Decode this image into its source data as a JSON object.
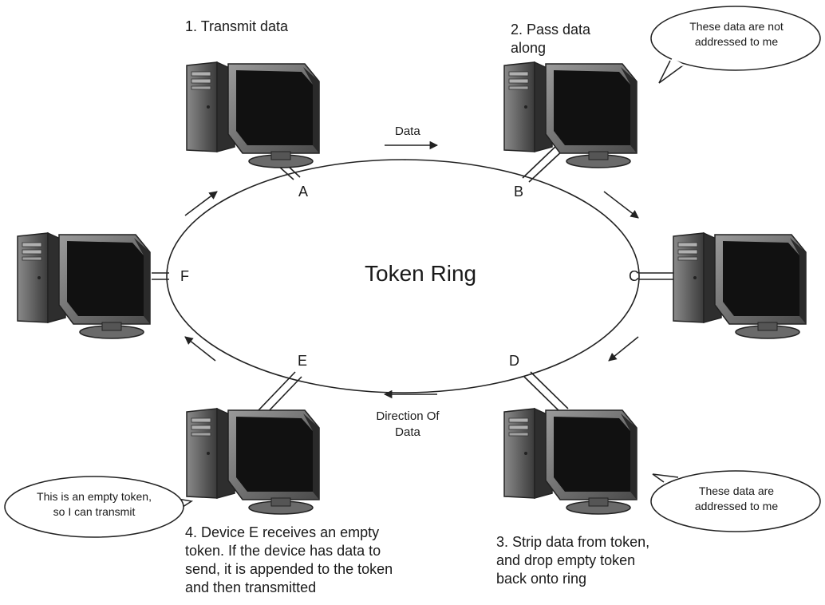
{
  "title": "Token Ring",
  "nodes": [
    "A",
    "B",
    "C",
    "D",
    "E",
    "F"
  ],
  "top_arrow_label": "Data",
  "bottom_arrow_label": [
    "Direction Of",
    "Data"
  ],
  "steps": {
    "s1": [
      "1. Transmit data"
    ],
    "s2": [
      "2. Pass data",
      "along"
    ],
    "s3": [
      "3. Strip data from token,",
      "and drop empty token",
      "back onto ring"
    ],
    "s4": [
      "4. Device E receives an empty",
      "token. If the device has data to",
      "send, it is appended to the token",
      "and then transmitted"
    ]
  },
  "bubbles": {
    "b_top": [
      "These data are not",
      "addressed to me"
    ],
    "b_right": [
      "These data are",
      "addressed to me"
    ],
    "b_left": [
      "This is an empty token,",
      "so I can transmit"
    ]
  }
}
